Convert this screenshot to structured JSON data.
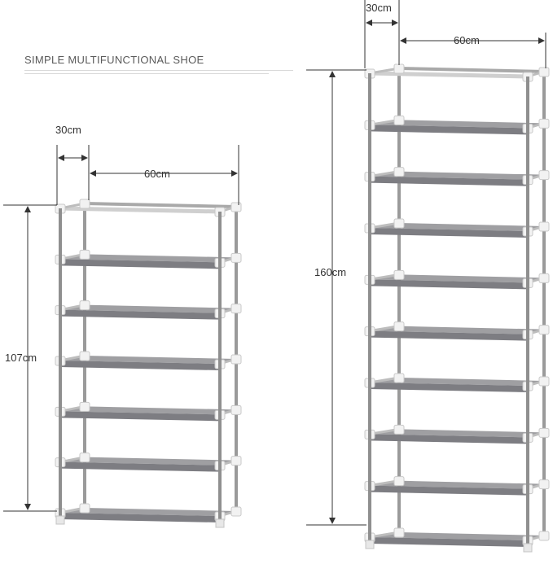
{
  "product": {
    "title": "SIMPLE MULTIFUNCTIONAL SHOE"
  },
  "small_rack": {
    "depth_label": "30cm",
    "width_label": "60cm",
    "height_label": "107cm",
    "tiers": 7
  },
  "tall_rack": {
    "depth_label": "30cm",
    "width_label": "60cm",
    "height_label": "160cm",
    "tiers": 10
  },
  "colors": {
    "frame": "#a9a9a9",
    "shelf": "#8e8e92",
    "connector": "#f2f2f2",
    "dimension_line": "#333333"
  }
}
